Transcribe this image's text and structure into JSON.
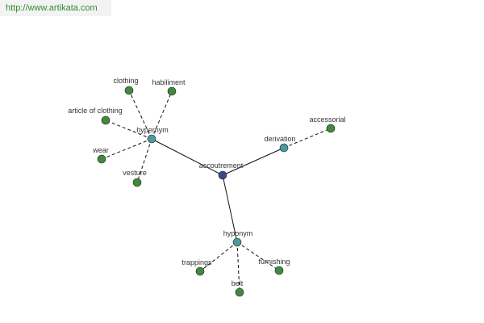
{
  "header": {
    "url": "http://www.artikata.com"
  },
  "graph": {
    "center": {
      "label": "accoutrement"
    },
    "branches": [
      {
        "label": "hypernym",
        "children": [
          "clothing",
          "habiliment",
          "article of clothing",
          "wear",
          "vesture"
        ]
      },
      {
        "label": "derivation",
        "children": [
          "accessorial"
        ]
      },
      {
        "label": "hyponym",
        "children": [
          "trappings",
          "belt",
          "furnishing"
        ]
      }
    ]
  },
  "colors": {
    "center_node": "#3b4a8f",
    "relation_node": "#4a9aa0",
    "leaf_node": "#3f8a3f",
    "edge": "#111111",
    "url_text": "#2e8b2e"
  }
}
